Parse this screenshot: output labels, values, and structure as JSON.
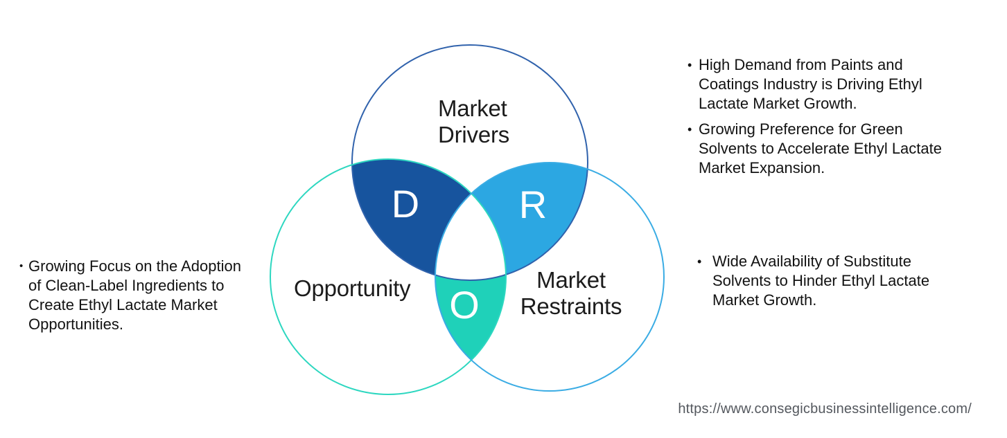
{
  "venn": {
    "circles": {
      "drivers": {
        "label": "Market\nDrivers",
        "stroke_color": "#3062ac"
      },
      "opportunity": {
        "label": "Opportunity",
        "stroke_color": "#2dd7c0"
      },
      "restraints": {
        "label": "Market\nRestraints",
        "stroke_color": "#3aace4"
      }
    },
    "overlaps": {
      "d": {
        "letter": "D",
        "color": "#17549e"
      },
      "r": {
        "letter": "R",
        "color": "#2ca7e2"
      },
      "o": {
        "letter": "O",
        "color": "#1fd1b9"
      }
    },
    "center_color": "#ffffff"
  },
  "annotations": {
    "drivers_bullets": [
      "High Demand from Paints and\nCoatings Industry is Driving Ethyl\nLactate Market Growth.",
      "Growing Preference for Green\nSolvents to Accelerate Ethyl Lactate\nMarket Expansion."
    ],
    "opportunity_bullets": [
      "Growing Focus on the Adoption\nof Clean-Label Ingredients to\nCreate Ethyl Lactate Market\nOpportunities."
    ],
    "restraints_bullets": [
      "Wide Availability of Substitute\nSolvents to Hinder Ethyl Lactate\nMarket Growth."
    ],
    "bullet_glyph": "•"
  },
  "footer": {
    "url": "https://www.consegicbusinessintelligence.com/"
  }
}
